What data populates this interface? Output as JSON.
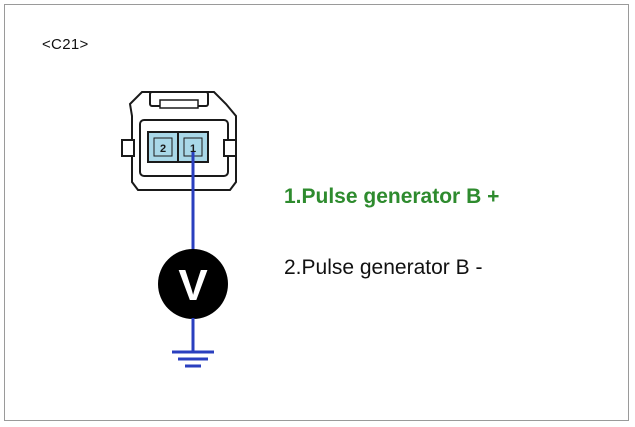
{
  "connector": {
    "id": "<C21>",
    "pin_numbers": [
      "2",
      "1"
    ]
  },
  "meter": {
    "symbol": "V"
  },
  "pins": [
    {
      "label": "1.Pulse generator B +",
      "color": "#2e8b2e",
      "highlighted": true
    },
    {
      "label": "2.Pulse generator B -",
      "color": "#111111",
      "highlighted": false
    }
  ],
  "colors": {
    "wire": "#2a3fbf",
    "pin_fill": "#a9d8e8",
    "meter_fill": "#000000"
  }
}
